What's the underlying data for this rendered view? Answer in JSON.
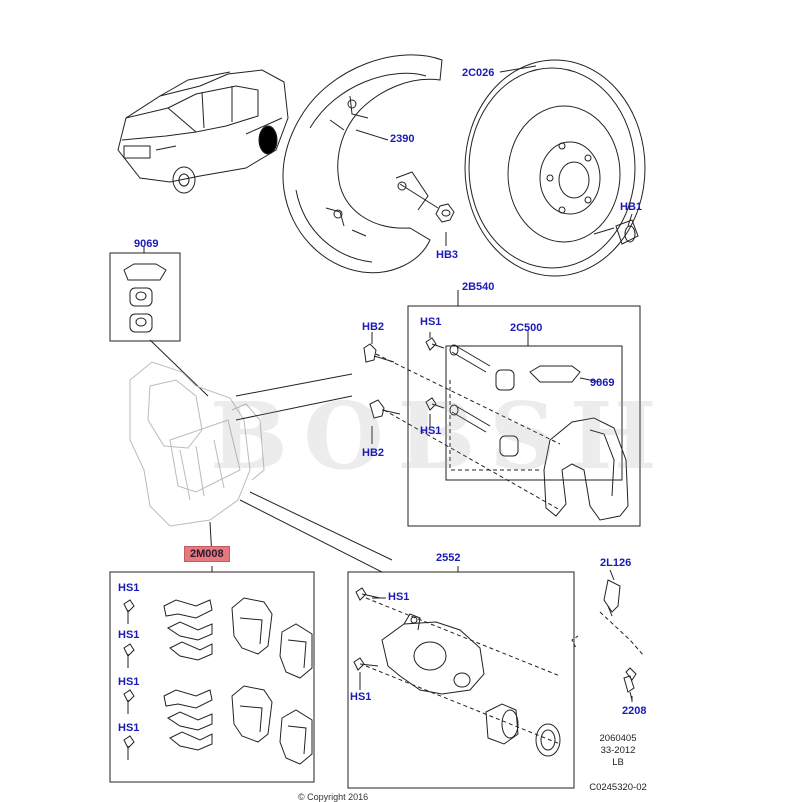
{
  "labels": {
    "shield": "2390",
    "disc": "2C026",
    "bolt_hb1": "HB1",
    "bolt_hb3": "HB3",
    "boot_kit_top": "9069",
    "carrier_kit": "2B540",
    "hb2_top": "HB2",
    "hs1_top": "HS1",
    "bracket": "2C500",
    "boot_kit_right": "9069",
    "hs1_mid": "HS1",
    "hb2_bottom": "HB2",
    "pad_kit": "2M008",
    "caliper": "2552",
    "wear_sensor": "2L126",
    "pad_hs1_1": "HS1",
    "pad_hs1_2": "HS1",
    "pad_hs1_3": "HS1",
    "pad_hs1_4": "HS1",
    "caliper_hs1_top": "HS1",
    "caliper_hs1_bottom": "HS1",
    "bleed_screw": "2208"
  },
  "drawing_info": {
    "line1": "2060405",
    "line2": "33-2012",
    "line3": "LB",
    "line4": "C0245320-02"
  },
  "copyright": "© Copyright 2016",
  "watermark": "BOBSH",
  "colors": {
    "label_blue": "#1a1ab8",
    "highlight": "#e8787f",
    "line": "#222222"
  }
}
